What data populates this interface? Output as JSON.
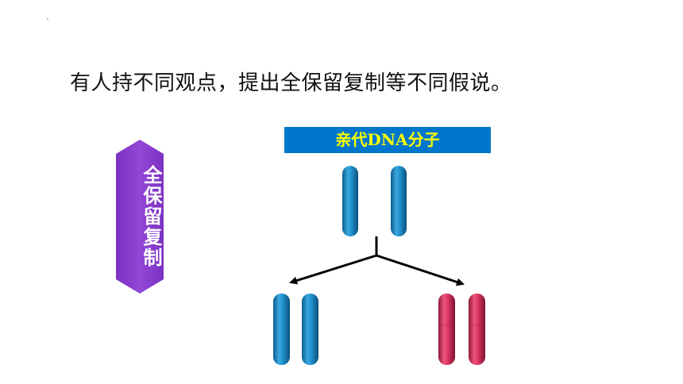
{
  "headline": "有人持不同观点，提出全保留复制等不同假说。",
  "side_label": "全保留复制",
  "parent_banner": "亲代DNA分子",
  "colors": {
    "blue_strand": "#1f8ec9",
    "red_strand": "#d6335f",
    "side_label_bg": "#8a3fc9",
    "banner_bg": "#0077cc",
    "banner_text": "#ffff00"
  }
}
